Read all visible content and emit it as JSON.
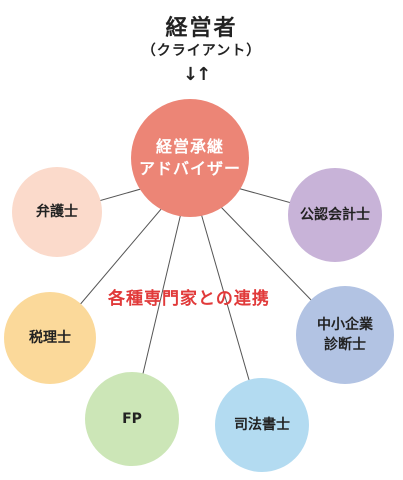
{
  "header": {
    "title": "経営者",
    "subtitle": "（クライアント）",
    "arrows": "↓↑"
  },
  "center": {
    "line1": "経営承継",
    "line2": "アドバイザー",
    "color": "#ec8576"
  },
  "nodes": [
    {
      "id": "lawyer",
      "label": "弁護士",
      "color": "#fbdacb"
    },
    {
      "id": "tax",
      "label": "税理士",
      "color": "#fbd99a"
    },
    {
      "id": "fp",
      "label": "FP",
      "color": "#cce6b7"
    },
    {
      "id": "scrivener",
      "label": "司法書士",
      "color": "#b3dbf1"
    },
    {
      "id": "sme",
      "label_line1": "中小企業",
      "label_line2": "診断士",
      "color": "#b2c3e3"
    },
    {
      "id": "cpa",
      "label": "公認会計士",
      "color": "#c8b3d8"
    }
  ],
  "caption": "各種専門家との連携",
  "colors": {
    "line": "#555555",
    "caption": "#e13a3a"
  }
}
